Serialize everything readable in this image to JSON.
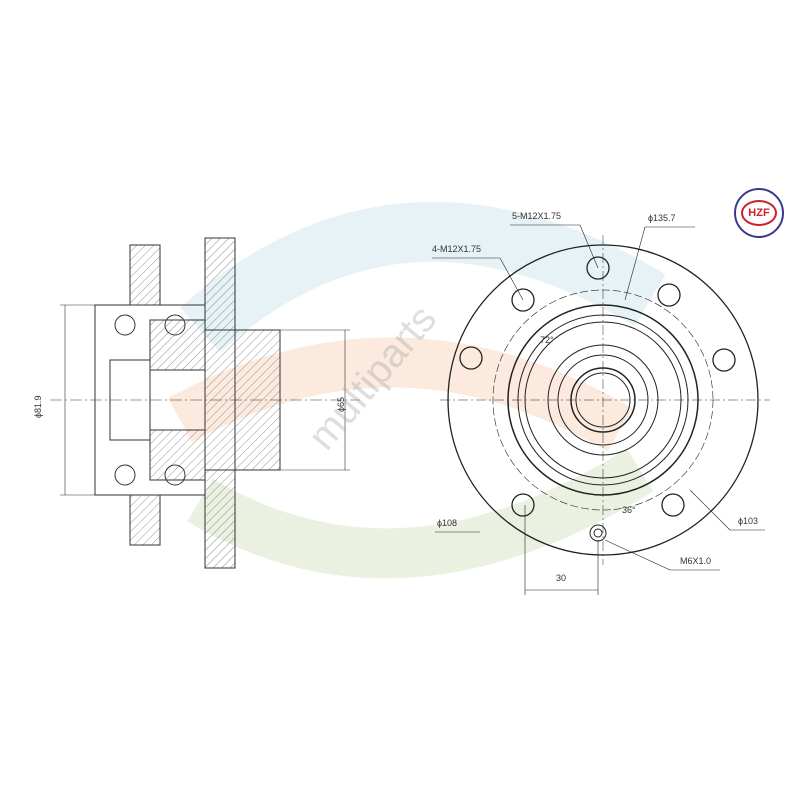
{
  "logo": {
    "text": "HZF"
  },
  "watermark": "multiparts",
  "dimensions": {
    "bore_dia": "ϕ81.9",
    "spigot_dia": "ϕ65",
    "angle_72": "72°",
    "angle_36": "36°",
    "offset": "30",
    "thread_4": "4-M12X1.75",
    "thread_5": "5-M12X1.75",
    "pcd_135": "ϕ135.7",
    "pcd_108": "ϕ108",
    "pcd_103": "ϕ103",
    "thread_m6": "M6X1.0"
  },
  "colors": {
    "logo_ring": "#3a3a8a",
    "logo_text": "#d0202a"
  }
}
